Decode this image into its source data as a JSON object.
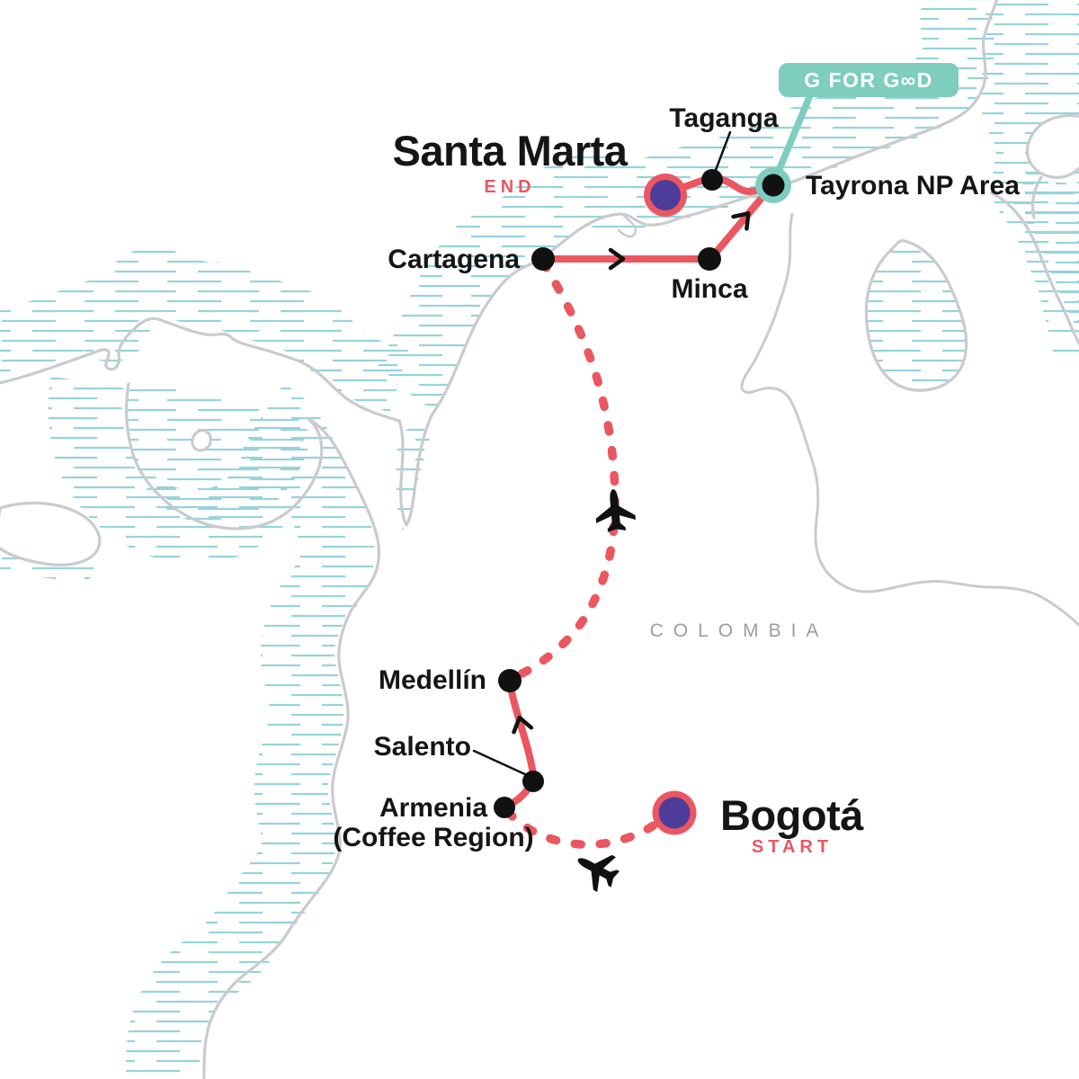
{
  "map": {
    "country_label": "COLOMBIA",
    "badge": {
      "label": "G FOR GOOD",
      "display": "G FOR G∞D"
    },
    "end_marker": {
      "city": "Santa Marta",
      "tag": "END"
    },
    "start_marker": {
      "city": "Bogotá",
      "tag": "START"
    },
    "stops": {
      "taganga": "Taganga",
      "tayrona": "Tayrona NP Area",
      "cartagena": "Cartagena",
      "minca": "Minca",
      "medellin": "Medellín",
      "salento": "Salento",
      "armenia": "Armenia",
      "armenia_sub": "(Coffee Region)"
    },
    "transport": {
      "flight_legs": [
        "Bogotá–Armenia",
        "Medellín–Cartagena"
      ],
      "icon": "airplane-icon"
    },
    "colors": {
      "route_red": "#EA5760",
      "accent_teal": "#7ECDBF",
      "marker_purple": "#4E3C9B",
      "hatch_teal": "#96D4DB",
      "coast_gray": "#C9CBCE",
      "label_black": "#151515",
      "country_gray": "#9B9DA2"
    }
  }
}
